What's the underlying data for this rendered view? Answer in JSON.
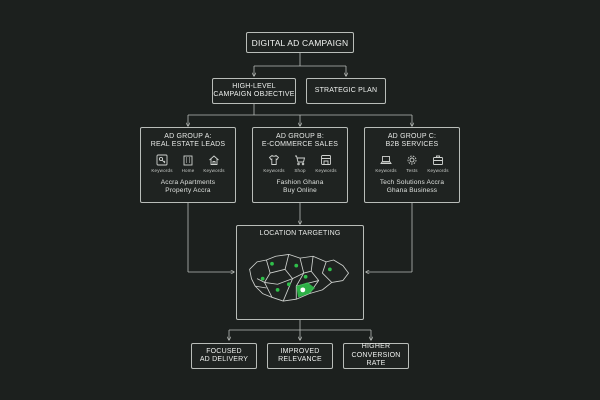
{
  "root": "DIGITAL AD CAMPAIGN",
  "objective": [
    "HIGH-LEVEL",
    "CAMPAIGN OBJECTIVE"
  ],
  "strategic": "STRATEGIC PLAN",
  "groups": [
    {
      "title": [
        "AD GROUP A:",
        "REAL ESTATE LEADS"
      ],
      "icons": [
        {
          "icon": "key-icon",
          "label": "Keywords"
        },
        {
          "icon": "building-icon",
          "label": "Home"
        },
        {
          "icon": "house-icon",
          "label": "Keywords"
        }
      ],
      "keywords": [
        "Accra Apartments",
        "Property Accra"
      ]
    },
    {
      "title": [
        "AD GROUP B:",
        "E-COMMERCE SALES"
      ],
      "icons": [
        {
          "icon": "shirt-icon",
          "label": "Keywords"
        },
        {
          "icon": "cart-icon",
          "label": "Shop"
        },
        {
          "icon": "storefront-icon",
          "label": "Keywords"
        }
      ],
      "keywords": [
        "Fashion Ghana",
        "Buy Online"
      ]
    },
    {
      "title": [
        "AD GROUP C:",
        "B2B SERVICES"
      ],
      "icons": [
        {
          "icon": "laptop-icon",
          "label": "Keywords"
        },
        {
          "icon": "gear-icon",
          "label": "Tests"
        },
        {
          "icon": "briefcase-icon",
          "label": "Keywords"
        }
      ],
      "keywords": [
        "Tech Solutions Accra",
        "Ghana Business"
      ]
    }
  ],
  "location": "LOCATION TARGETING",
  "outcomes": [
    [
      "FOCUSED",
      "AD DELIVERY"
    ],
    [
      "IMPROVED",
      "RELEVANCE"
    ],
    [
      "HIGHER",
      "CONVERSION RATE"
    ]
  ],
  "colors": {
    "accent": "#2fbf4a",
    "line": "#b9bdb9",
    "background": "#1c201e"
  }
}
